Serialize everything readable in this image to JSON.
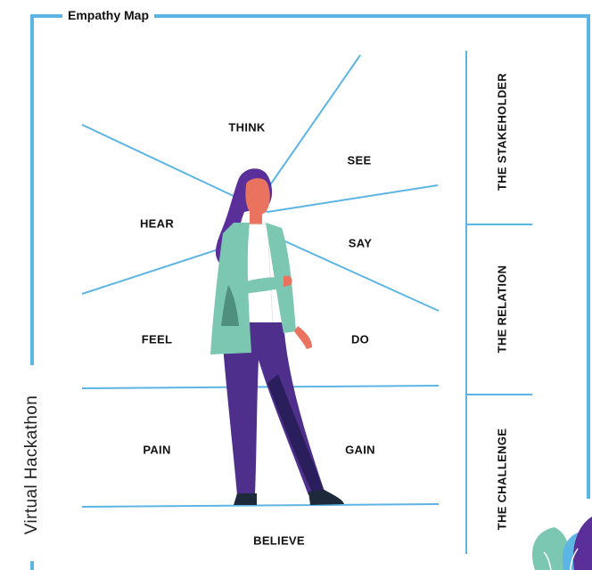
{
  "title": "Empathy Map",
  "brand": "Virtual Hackathon",
  "colors": {
    "frame": "#5DB5E4",
    "text": "#111111",
    "jacket": "#7CC7B1",
    "pants": "#4F2F8C",
    "hair": "#5A2F9A",
    "skin": "#E9735E"
  },
  "regions": {
    "think": "THINK",
    "see": "SEE",
    "hear": "HEAR",
    "say": "SAY",
    "feel": "FEEL",
    "do": "DO",
    "pain": "PAIN",
    "gain": "GAIN",
    "believe": "BELIEVE"
  },
  "side_panels": {
    "stakeholder": "THE STAKEHOLDER",
    "relation": "THE RELATION",
    "challenge": "THE CHALLENGE"
  },
  "figure": "woman-standing-illustration",
  "decoration": "leaf-plant-illustration"
}
